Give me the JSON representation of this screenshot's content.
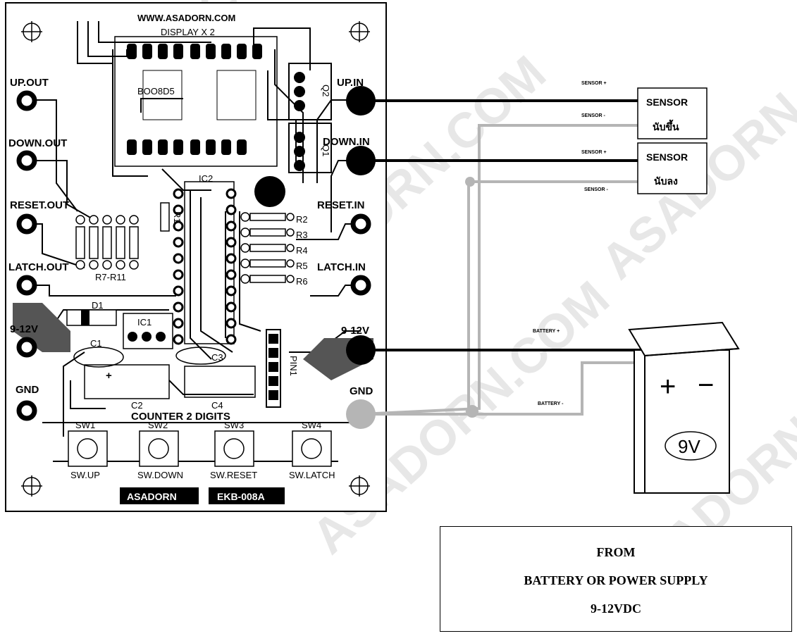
{
  "board": {
    "url": "WWW.ASADORN.COM",
    "display_label": "DISPLAY X 2",
    "title": "COUNTER 2 DIGITS",
    "model": "EKB-008A",
    "logo": "ASADORN",
    "left_pins": [
      "UP.OUT",
      "DOWN.OUT",
      "RESET.OUT",
      "LATCH.OUT",
      "9-12V",
      "GND"
    ],
    "right_pins": [
      "UP.IN",
      "DOWN.IN",
      "RESET.IN",
      "LATCH.IN",
      "9-12V",
      "GND"
    ],
    "switches": [
      "SW.UP",
      "SW.DOWN",
      "SW.RESET",
      "SW.LATCH"
    ],
    "switch_refs": [
      "SW1",
      "SW2",
      "SW3",
      "SW4"
    ],
    "components": {
      "ic2": "IC2",
      "ic1": "IC1",
      "d1": "D1",
      "c1": "C1",
      "c2": "C2",
      "c3": "C3",
      "c4": "C4",
      "r1": "R1",
      "r7_r11": "R7-R11",
      "r2": "R2",
      "r3": "R3",
      "r4": "R4",
      "r5": "R5",
      "r6": "R6",
      "q1": "Q1",
      "q2": "Q2",
      "pin1": "PIN1"
    }
  },
  "wiring": {
    "sensor_up": {
      "title": "SENSOR",
      "sub": "นับขึ้น",
      "plus": "SENSOR +",
      "minus": "SENSOR -"
    },
    "sensor_down": {
      "title": "SENSOR",
      "sub": "นับลง",
      "plus": "SENSOR +",
      "minus": "SENSOR -"
    },
    "battery_plus": "BATTERY +",
    "battery_minus": "BATTERY -",
    "battery_voltage": "9V",
    "battery_plus_sign": "+",
    "battery_minus_sign": "−"
  },
  "power_note": {
    "line1": "FROM",
    "line2": "BATTERY  OR POWER  SUPPLY",
    "line3": "9-12VDC"
  },
  "watermark": "ASADORN.COM",
  "colors": {
    "wire_positive": "#000000",
    "wire_negative": "#b5b5b5",
    "board_bg": "#ffffff",
    "watermark": "#d4d4d4"
  }
}
